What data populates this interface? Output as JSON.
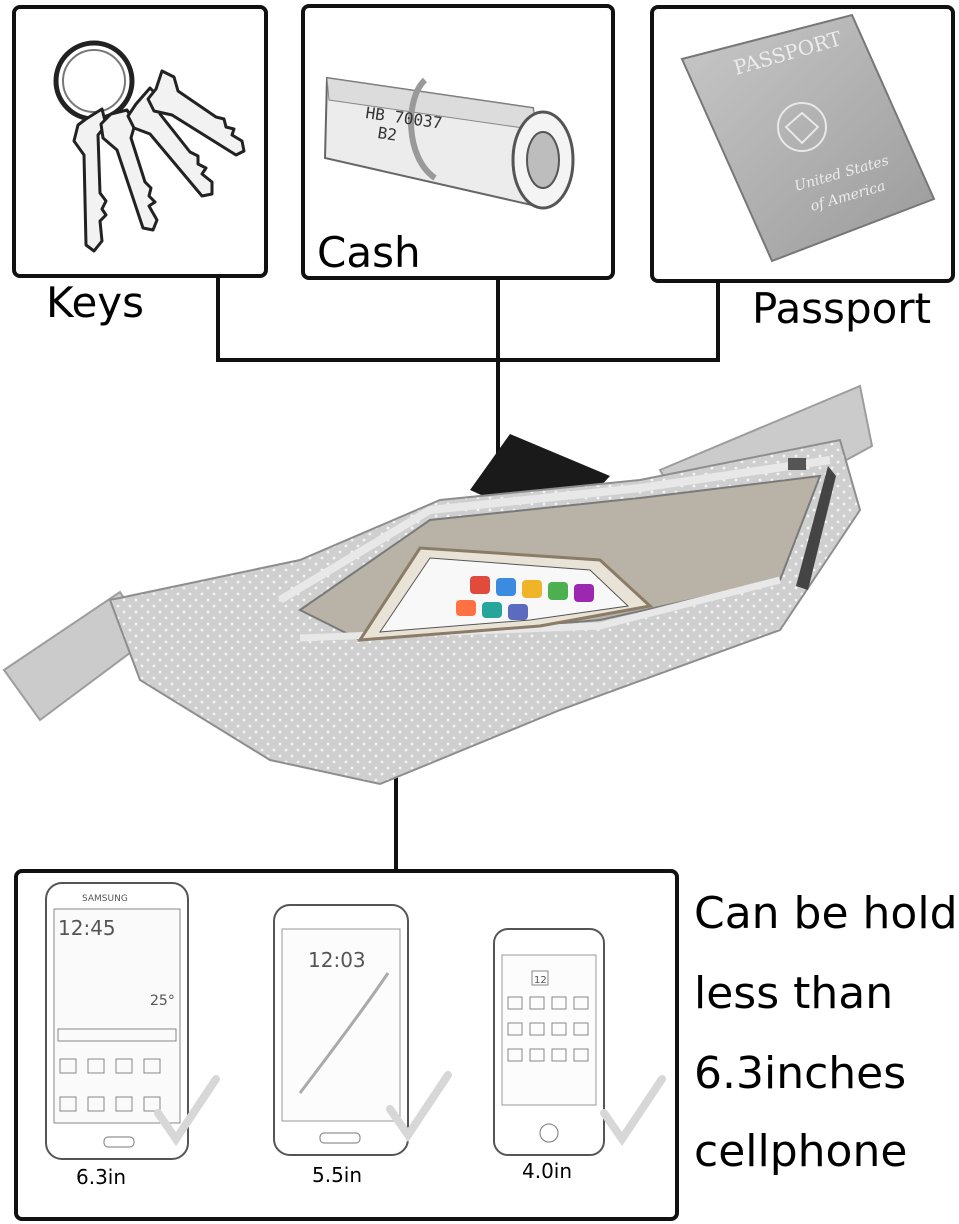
{
  "labels": {
    "keys": "Keys",
    "cash": "Cash",
    "passport": "Passport"
  },
  "passport_cover": {
    "title": "PASSPORT",
    "country_line1": "United States",
    "country_line2": "of America"
  },
  "banknote_text": {
    "serial": "HB 70037",
    "code": "B2"
  },
  "phones": [
    {
      "size": "6.3in",
      "brand": "SAMSUNG",
      "clock": "12:45",
      "temp": "25°"
    },
    {
      "size": "5.5in",
      "clock": "12:03"
    },
    {
      "size": "4.0in",
      "date": "12"
    }
  ],
  "caption": {
    "line1": "Can be hold",
    "line2": "less than",
    "line3": "6.3inches",
    "line4": "cellphone"
  }
}
